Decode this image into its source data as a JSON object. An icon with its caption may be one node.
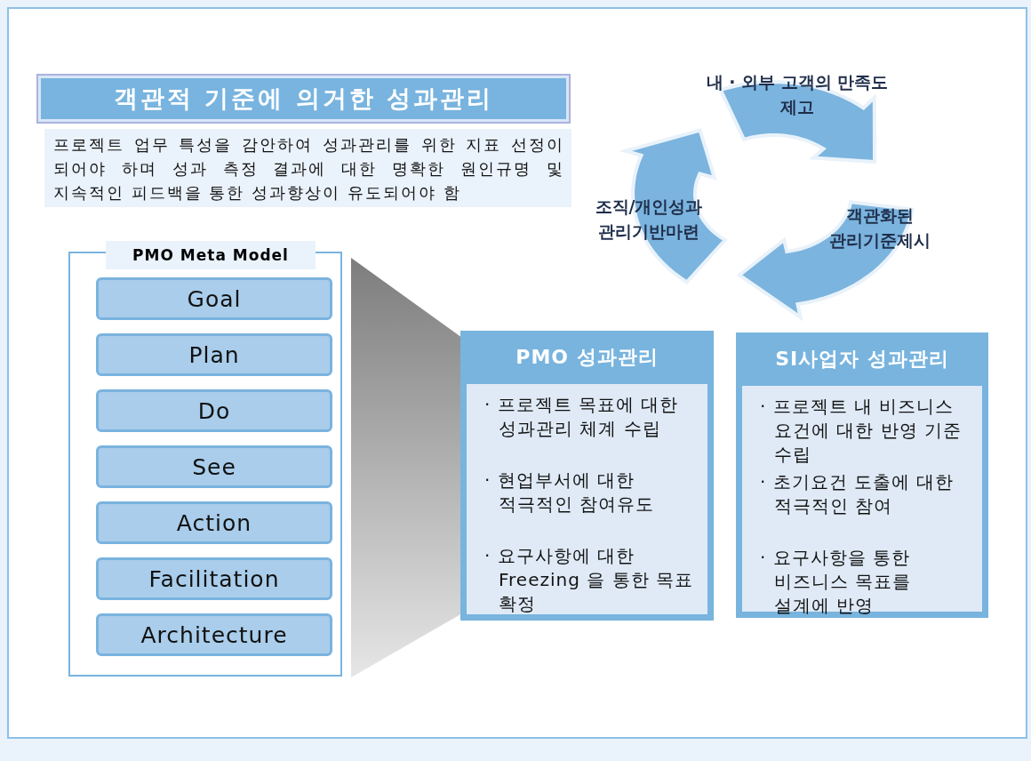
{
  "diagram": {
    "nodes": [
      {
        "text": [
          "객관적 기준에 의거한 성과관리"
        ]
      },
      {
        "text": [
          "프로젝트 업무 특성을 감안하여 성과관리를 위한 지표 선정이 되어야 하며 성과 측정 결과에 대한 명확한 원인규명 및 지속적인 피드백을 통한 성과향상이 유도되어야 함"
        ]
      },
      {
        "text": [
          "PMO Meta Model"
        ]
      },
      {
        "text": [
          "Goal"
        ],
        "in": 2
      },
      {
        "text": [
          "Plan"
        ],
        "in": 2
      },
      {
        "text": [
          "Do"
        ],
        "in": 2
      },
      {
        "text": [
          "See"
        ],
        "in": 2
      },
      {
        "text": [
          "Action"
        ],
        "in": 2
      },
      {
        "text": [
          "Facilitation"
        ],
        "in": 2
      },
      {
        "text": [
          "Architecture"
        ],
        "in": 2
      },
      {
        "text": [
          "PMO 성과관리",
          "· 프로젝트 목표에 대한 성과관리 체계 수립",
          "· 현업부서에 대한 적극적인 참여유도",
          "· 요구사항에 대한 Freezing 을 통한 목표 확정"
        ]
      },
      {
        "text": [
          "SI사업자 성과관리",
          "· 프로젝트 내 비즈니스 요건에 대한 반영 기준 수립",
          "· 초기요건 도출에 대한 적극적인 참여",
          "· 요구사항을 통한 비즈니스 목표를 설계에 반영"
        ]
      }
    ],
    "labels": [
      "내 · 외부 고객의 만족도 제고",
      "객관화된 관리기준제시",
      "조직/개인성과 관리기반마련"
    ]
  }
}
